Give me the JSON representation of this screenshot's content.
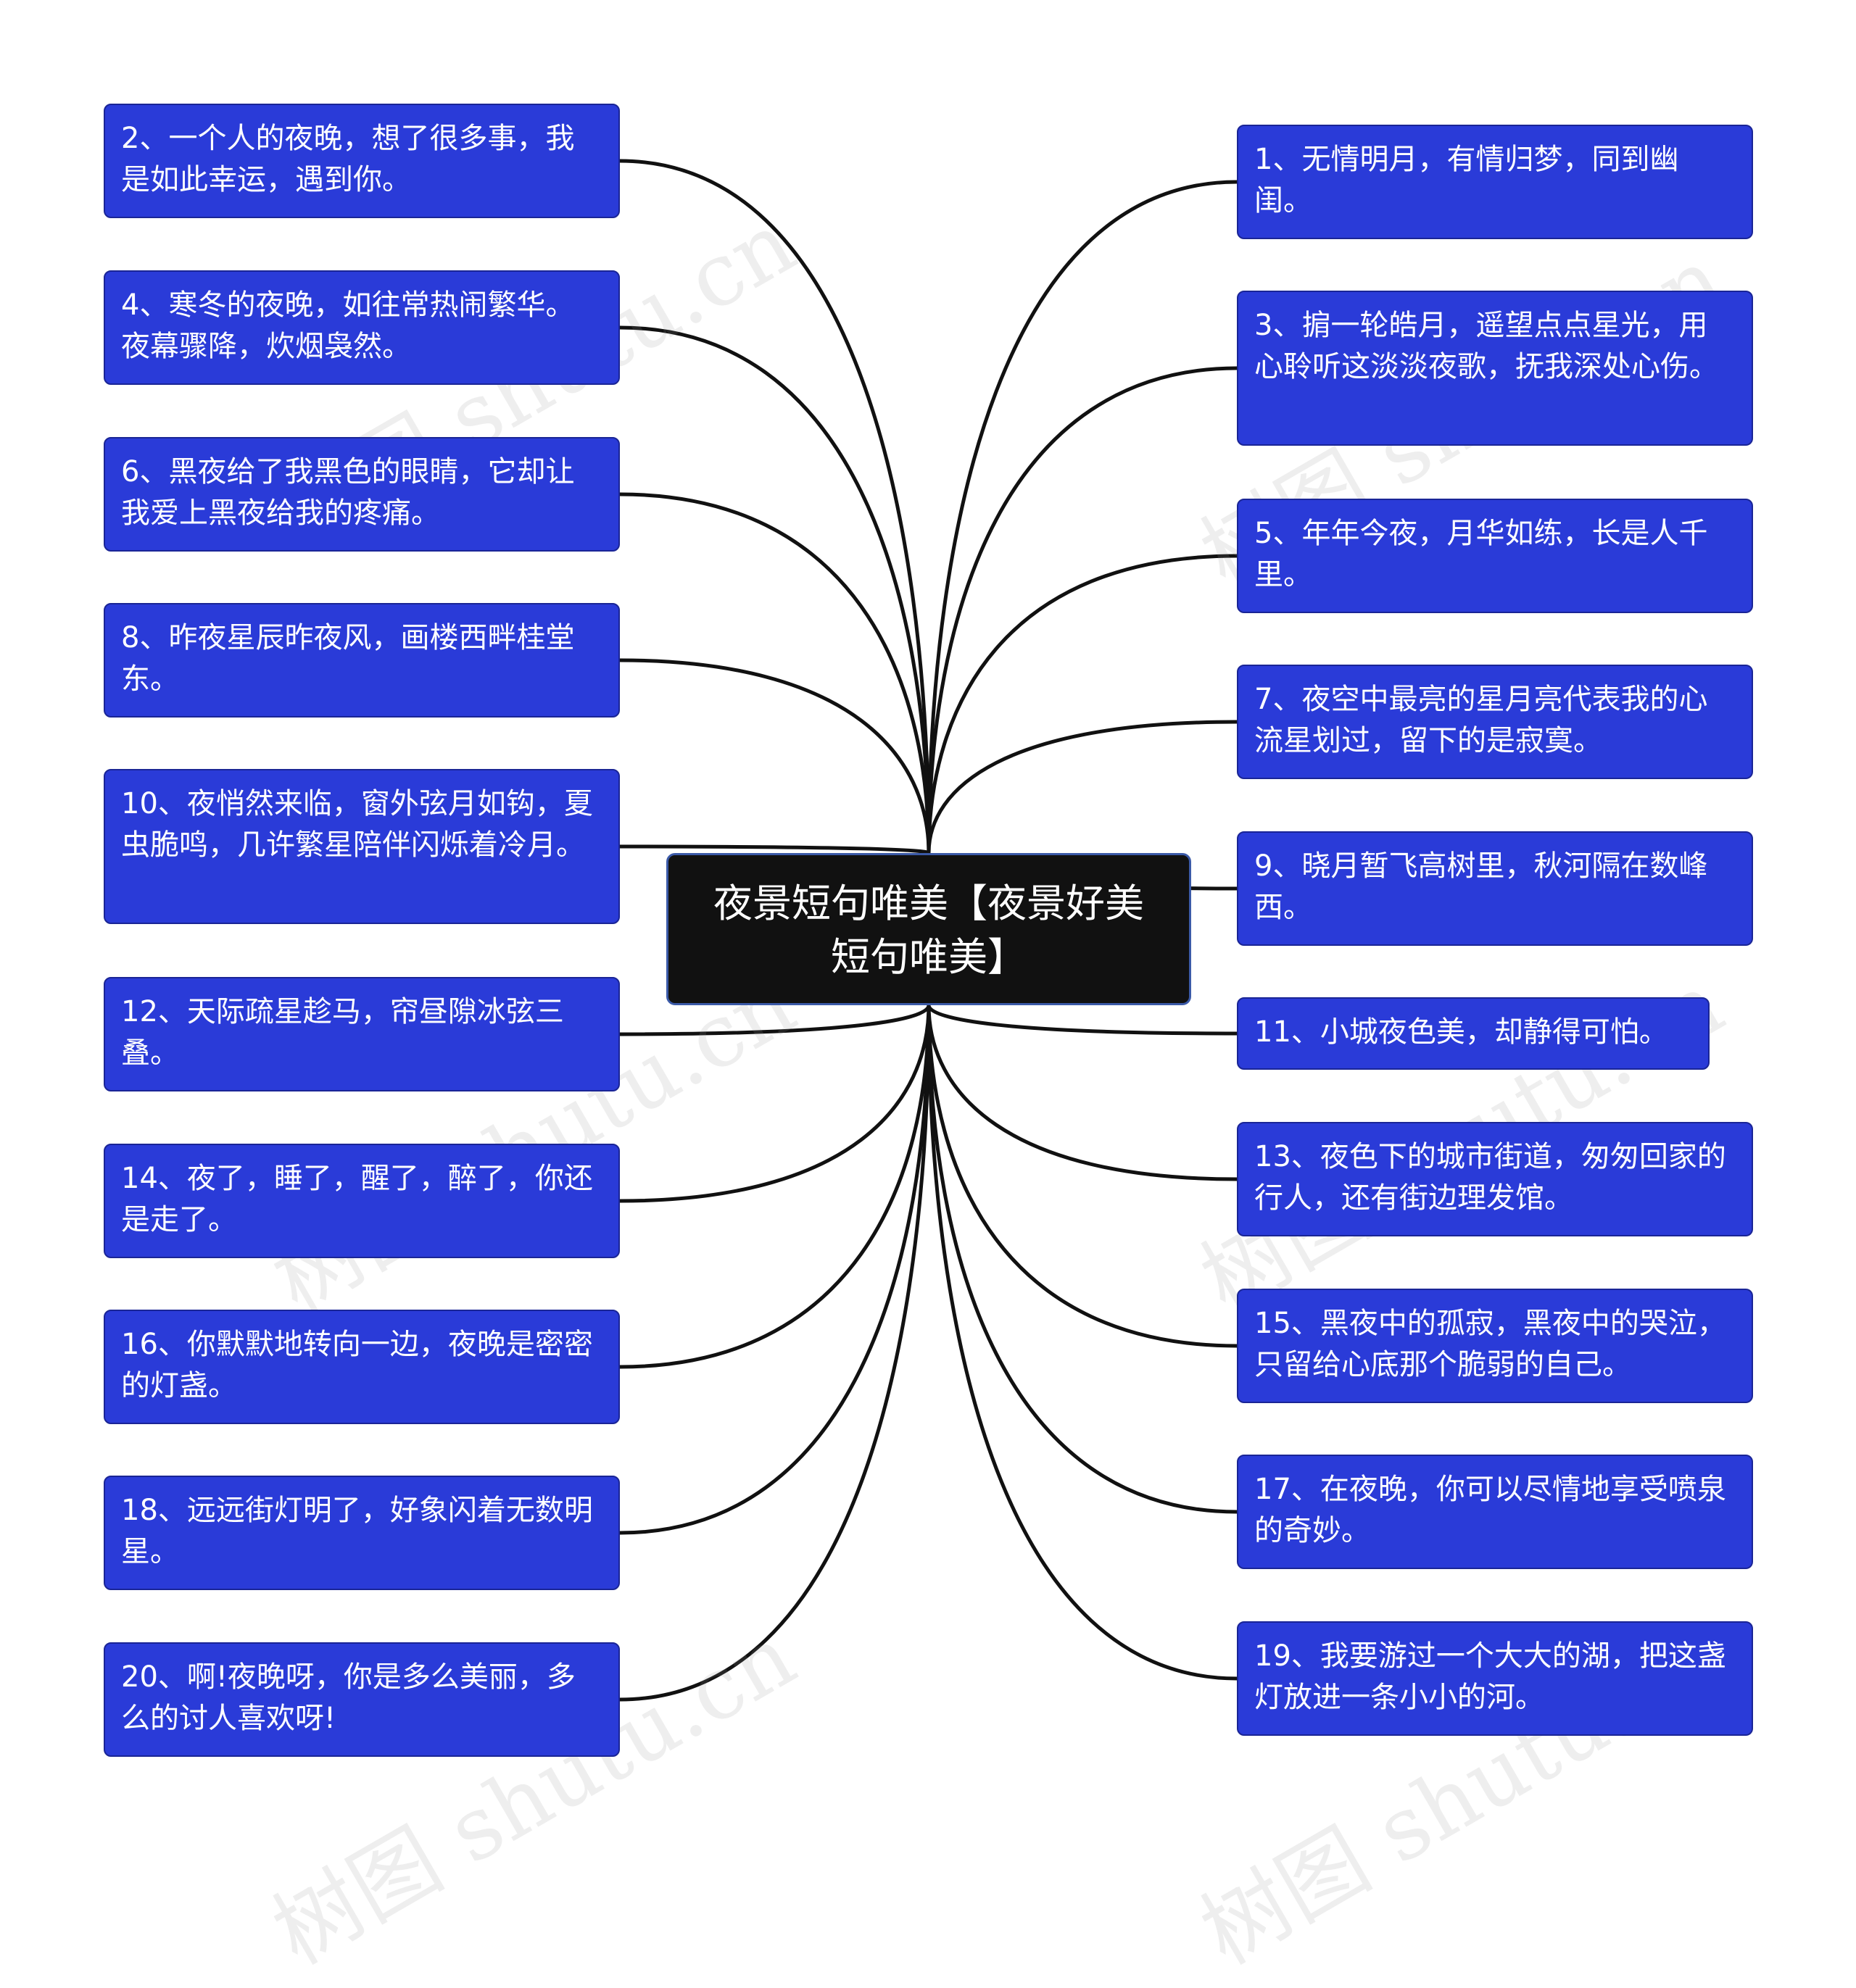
{
  "center": {
    "title": "夜景短句唯美【夜景好美短句唯美】"
  },
  "watermark": "树图 shutu.cn",
  "colors": {
    "node_fill": "#2a3bd8",
    "center_fill": "#111111",
    "line": "#111111"
  },
  "left_nodes": [
    "2、一个人的夜晚，想了很多事，我是如此幸运，遇到你。",
    "4、寒冬的夜晚，如往常热闹繁华。夜幕骤降，炊烟袅然。",
    "6、黑夜给了我黑色的眼睛，它却让我爱上黑夜给我的疼痛。",
    "8、昨夜星辰昨夜风，画楼西畔桂堂东。",
    "10、夜悄然来临，窗外弦月如钩，夏虫脆鸣，几许繁星陪伴闪烁着冷月。",
    "12、天际疏星趁马，帘昼隙冰弦三叠。",
    "14、夜了，睡了，醒了，醉了，你还是走了。",
    "16、你默默地转向一边，夜晚是密密的灯盏。",
    "18、远远街灯明了，好象闪着无数明星。",
    "20、啊!夜晚呀，你是多么美丽，多么的讨人喜欢呀!"
  ],
  "right_nodes": [
    "1、无情明月，有情归梦，同到幽闺。",
    "3、掮一轮皓月，遥望点点星光，用心聆听这淡淡夜歌，抚我深处心伤。",
    "5、年年今夜，月华如练，长是人千里。",
    "7、夜空中最亮的星月亮代表我的心流星划过，留下的是寂寞。",
    "9、晓月暂飞高树里，秋河隔在数峰西。",
    "11、小城夜色美，却静得可怕。",
    "13、夜色下的城市街道，匆匆回家的行人，还有街边理发馆。",
    "15、黑夜中的孤寂，黑夜中的哭泣，只留给心底那个脆弱的自己。",
    "17、在夜晚，你可以尽情地享受喷泉的奇妙。",
    "19、我要游过一个大大的湖，把这盏灯放进一条小小的河。"
  ]
}
